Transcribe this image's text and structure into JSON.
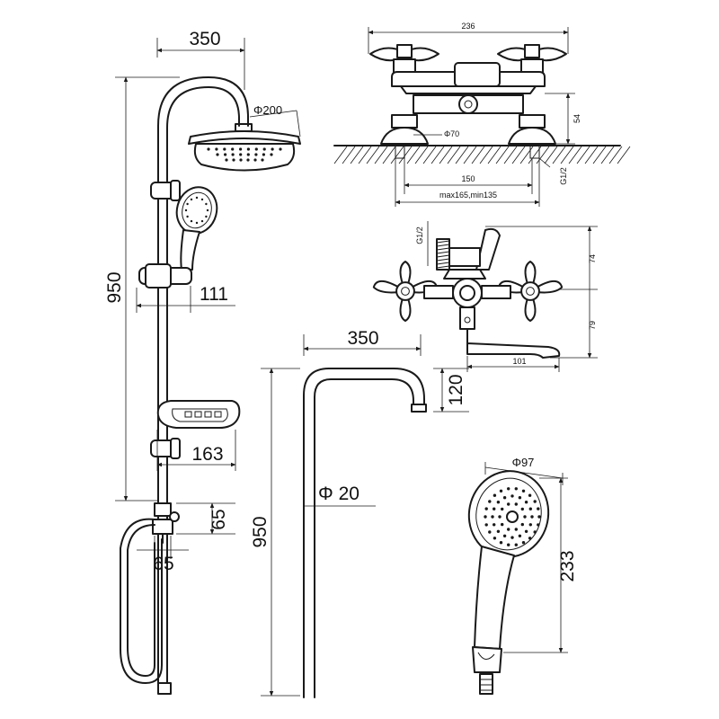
{
  "shower_column": {
    "top_width": "350",
    "height": "950",
    "head_diameter": "Φ200",
    "holder_offset": "111",
    "shelf_offset": "163",
    "diverter_height": "65",
    "diverter_width": "65"
  },
  "mixer_top": {
    "width": "236",
    "flange_diameter": "Φ70",
    "height": "54",
    "center_distance": "150",
    "thread": "G1/2",
    "range": "max165,min135"
  },
  "mixer_side": {
    "thread": "G1/2",
    "upper_height": "74",
    "lower_height": "79",
    "spout_length": "101"
  },
  "riser": {
    "width": "350",
    "drop": "120",
    "height": "950",
    "diameter": "Φ 20"
  },
  "hand_shower": {
    "diameter": "Φ97",
    "length": "233"
  }
}
